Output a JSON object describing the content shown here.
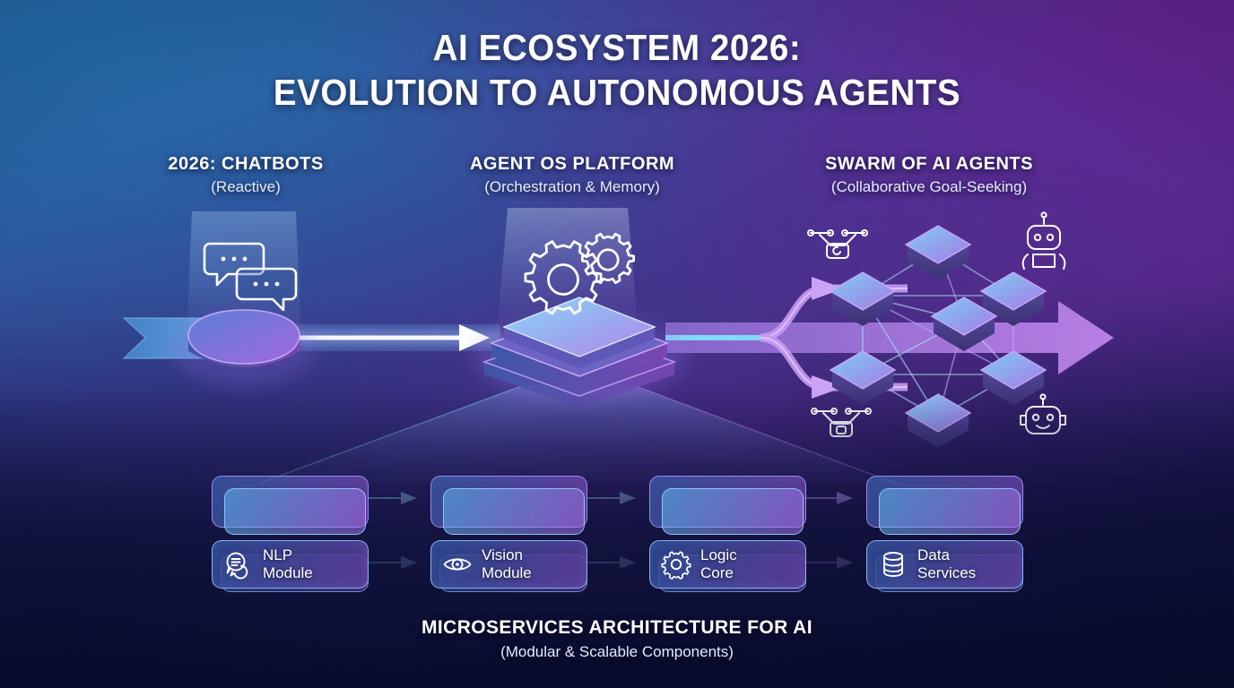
{
  "title": {
    "line1": "AI ECOSYSTEM 2026:",
    "line2": "EVOLUTION TO AUTONOMOUS AGENTS"
  },
  "stages": [
    {
      "id": "chatbots",
      "heading": "2026: CHATBOTS",
      "subheading": "(Reactive)",
      "icon": "chat-bubbles-icon"
    },
    {
      "id": "agent-os",
      "heading": "AGENT OS PLATFORM",
      "subheading": "(Orchestration & Memory)",
      "icon": "gears-icon"
    },
    {
      "id": "swarm",
      "heading": "SWARM OF AI AGENTS",
      "subheading": "(Collaborative Goal-Seeking)",
      "icon": "network-nodes-icon"
    }
  ],
  "swarm_entities": [
    {
      "name": "drone-icon-top-left"
    },
    {
      "name": "robot-icon-top-right"
    },
    {
      "name": "drone-icon-bottom-left"
    },
    {
      "name": "robot-icon-bottom-right"
    }
  ],
  "microservices": {
    "caption": "MICROSERVICES ARCHITECTURE FOR AI",
    "subcaption": "(Modular & Scalable Components)",
    "cards": [
      {
        "line1": "NLP",
        "line2": "Module",
        "icon": "speech-bubble-lines-icon"
      },
      {
        "line1": "Vision",
        "line2": "Module",
        "icon": "eye-icon"
      },
      {
        "line1": "Logic",
        "line2": "Core",
        "icon": "gear-icon"
      },
      {
        "line1": "Data",
        "line2": "Services",
        "icon": "database-icon"
      }
    ]
  },
  "colors": {
    "bg_top_left": "#2470ad",
    "bg_top_right": "#5e2288",
    "bg_bottom_left": "#0d1b4c",
    "bg_bottom_right": "#0b0f3a",
    "accent_cyan": "#7fd4ff",
    "accent_violet": "#b07cf0",
    "node_fill": "#6f78d8",
    "text": "#ffffff"
  }
}
